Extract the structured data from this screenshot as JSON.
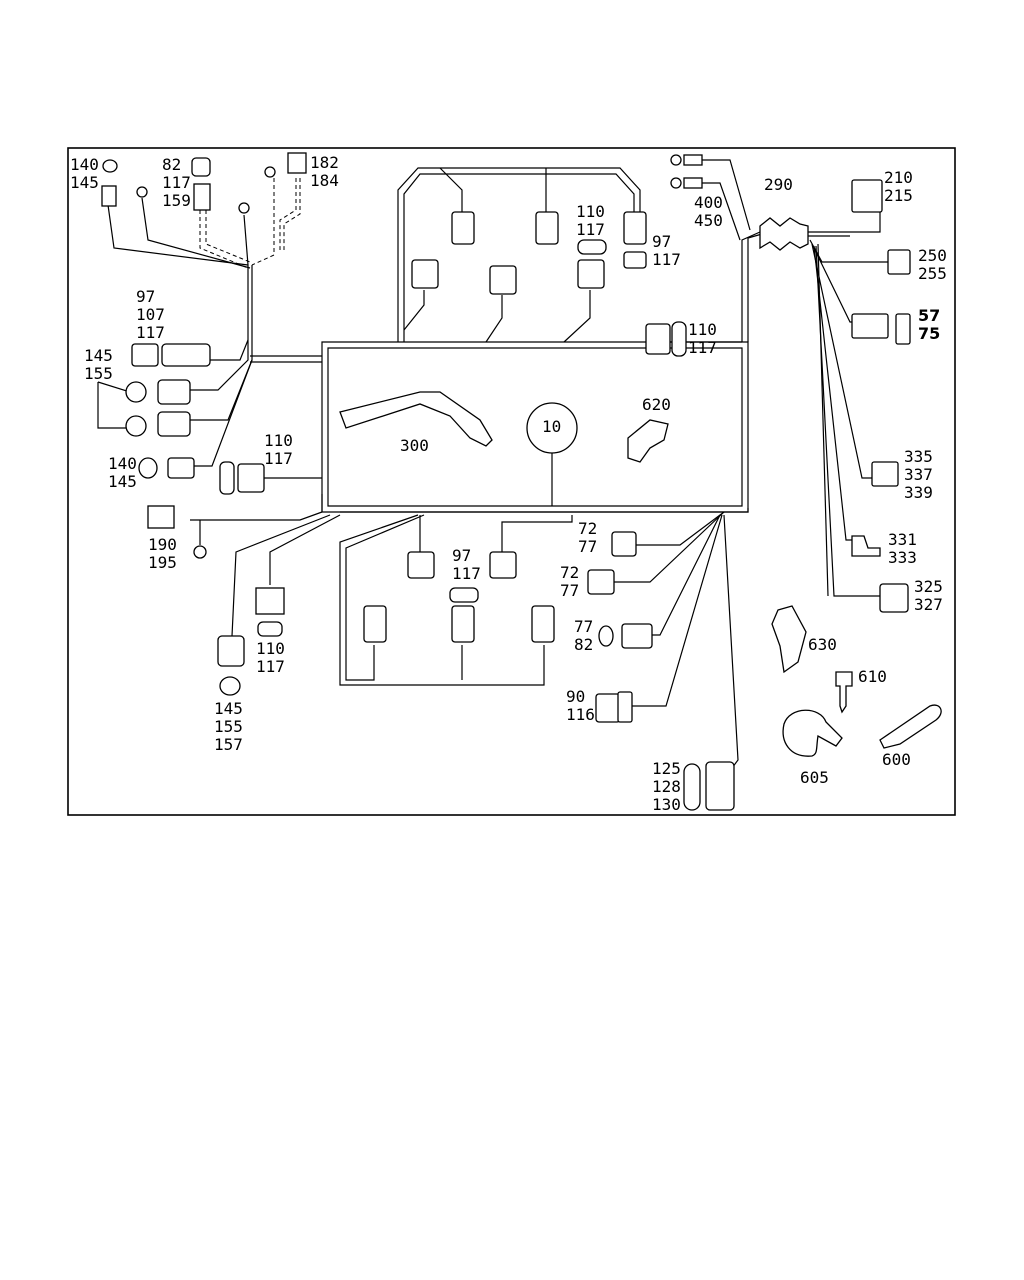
{
  "labels": {
    "l_140_145_tl": [
      "140",
      "145"
    ],
    "l_82_117_159": [
      "82",
      "117",
      "159"
    ],
    "l_182_184": [
      "182",
      "184"
    ],
    "l_97_107_117": [
      "97",
      "107",
      "117"
    ],
    "l_145_155_left": [
      "145",
      "155"
    ],
    "l_140_145_left": [
      "140",
      "145"
    ],
    "l_110_117_left": [
      "110",
      "117"
    ],
    "l_190_195": [
      "190",
      "195"
    ],
    "l_110_117_bl": [
      "110",
      "117"
    ],
    "l_145_155_157": [
      "145",
      "155",
      "157"
    ],
    "l_110_117_top": [
      "110",
      "117"
    ],
    "l_97_117_top": [
      "97",
      "117"
    ],
    "l_110_117_right": [
      "110",
      "117"
    ],
    "l_300": [
      "300"
    ],
    "l_10": [
      "10"
    ],
    "l_620": [
      "620"
    ],
    "l_97_117_bottom": [
      "97",
      "117"
    ],
    "l_72_77_a": [
      "72",
      "77"
    ],
    "l_72_77_b": [
      "72",
      "77"
    ],
    "l_77_82": [
      "77",
      "82"
    ],
    "l_90_116": [
      "90",
      "116"
    ],
    "l_125_128_130": [
      "125",
      "128",
      "130"
    ],
    "l_400_450": [
      "400",
      "450"
    ],
    "l_290": [
      "290"
    ],
    "l_210_215": [
      "210",
      "215"
    ],
    "l_250_255": [
      "250",
      "255"
    ],
    "l_57_75": [
      "57",
      "75"
    ],
    "l_335_337_339": [
      "335",
      "337",
      "339"
    ],
    "l_331_333": [
      "331",
      "333"
    ],
    "l_325_327": [
      "325",
      "327"
    ],
    "l_630": [
      "630"
    ],
    "l_610": [
      "610"
    ],
    "l_605": [
      "605"
    ],
    "l_600": [
      "600"
    ]
  }
}
